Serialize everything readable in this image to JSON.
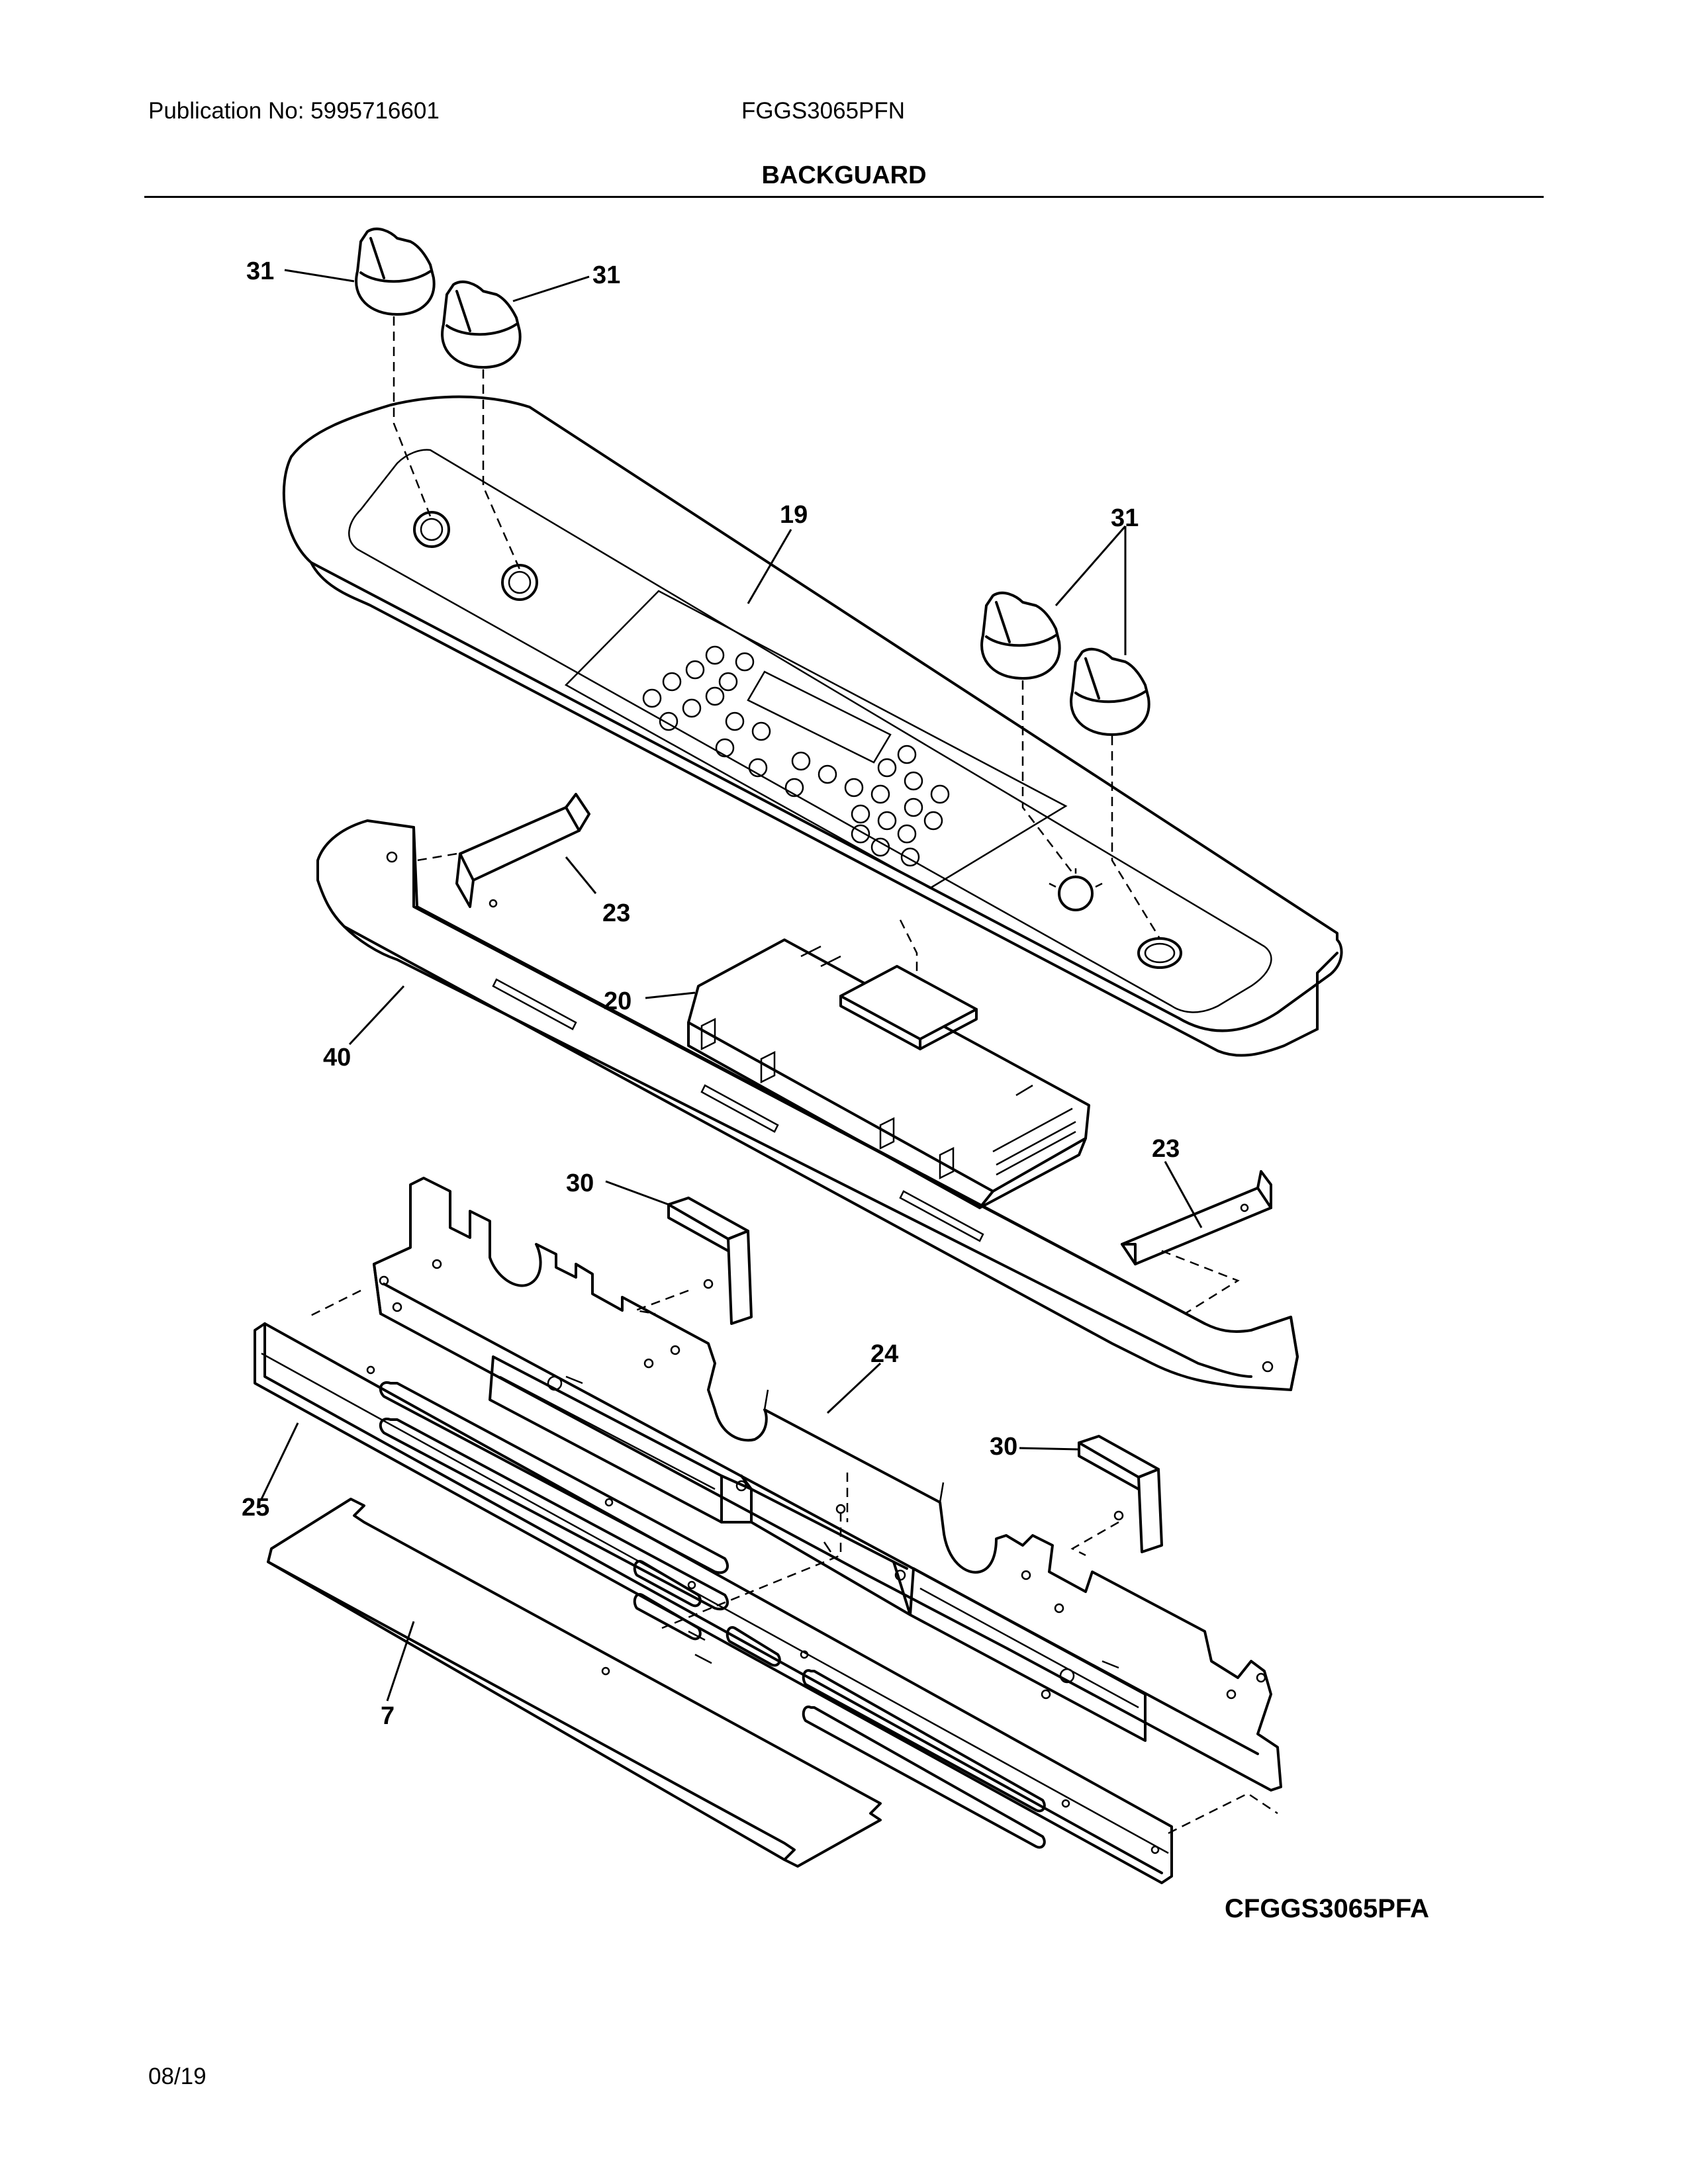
{
  "header": {
    "publication": "Publication No: 5995716601",
    "model": "FGGS3065PFN",
    "title": "BACKGUARD"
  },
  "callouts": [
    {
      "id": "k1",
      "text": "31"
    },
    {
      "id": "k2",
      "text": "31"
    },
    {
      "id": "k3",
      "text": "31"
    },
    {
      "id": "c19",
      "text": "19"
    },
    {
      "id": "c23a",
      "text": "23"
    },
    {
      "id": "c20",
      "text": "20"
    },
    {
      "id": "c40",
      "text": "40"
    },
    {
      "id": "c23b",
      "text": "23"
    },
    {
      "id": "c30a",
      "text": "30"
    },
    {
      "id": "c24",
      "text": "24"
    },
    {
      "id": "c30b",
      "text": "30"
    },
    {
      "id": "c25",
      "text": "25"
    },
    {
      "id": "c7",
      "text": "7"
    }
  ],
  "diagram_code": "CFGGS3065PFA",
  "footer": {
    "date": "08/19"
  }
}
